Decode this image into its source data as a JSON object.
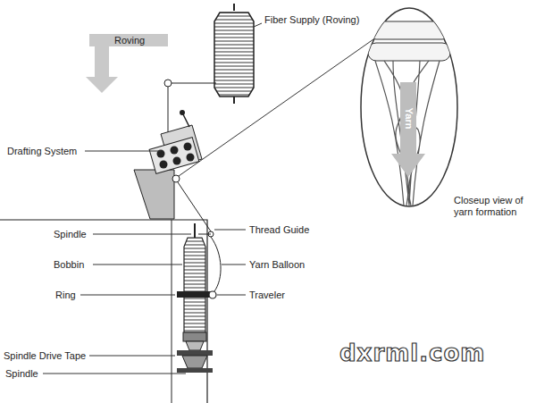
{
  "diagram": {
    "labels": [
      "Fiber Supply (Roving)",
      "Roving",
      "Drafting System",
      "Spindle",
      "Bobbin",
      "Ring",
      "Spindle Drive Tape",
      "Spindle",
      "Thread Guide",
      "Yarn Balloon",
      "Traveler",
      "Yarn",
      "Closeup view of yarn formation",
      "dxrml.com"
    ]
  }
}
